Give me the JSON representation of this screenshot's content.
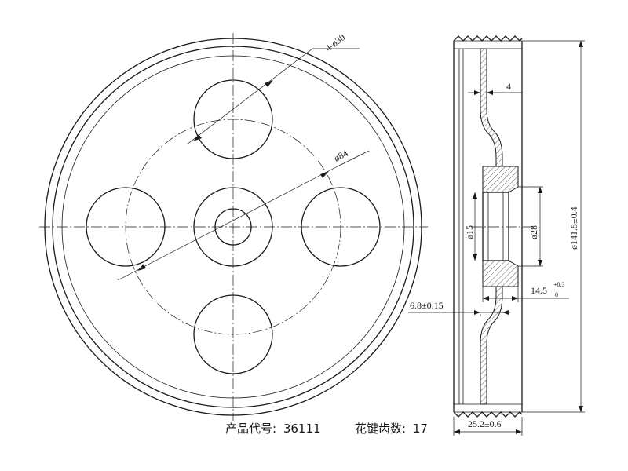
{
  "drawing": {
    "dimensions": {
      "holes": "4-ø30",
      "bolt_circle": "ø84",
      "bore": "ø15",
      "hub_outer": "ø28",
      "outer_diameter": "ø141.5±0.4",
      "web_thickness": "4",
      "hub_width": "14.5",
      "hub_tol_upper": "+0.3",
      "hub_tol_lower": "0",
      "web_offset": "6.8±0.15",
      "total_width": "25.2±0.6"
    },
    "caption": {
      "product_label": "产品代号:",
      "product_code": "36111",
      "teeth_label": "花键齿数:",
      "teeth_count": "17"
    }
  }
}
